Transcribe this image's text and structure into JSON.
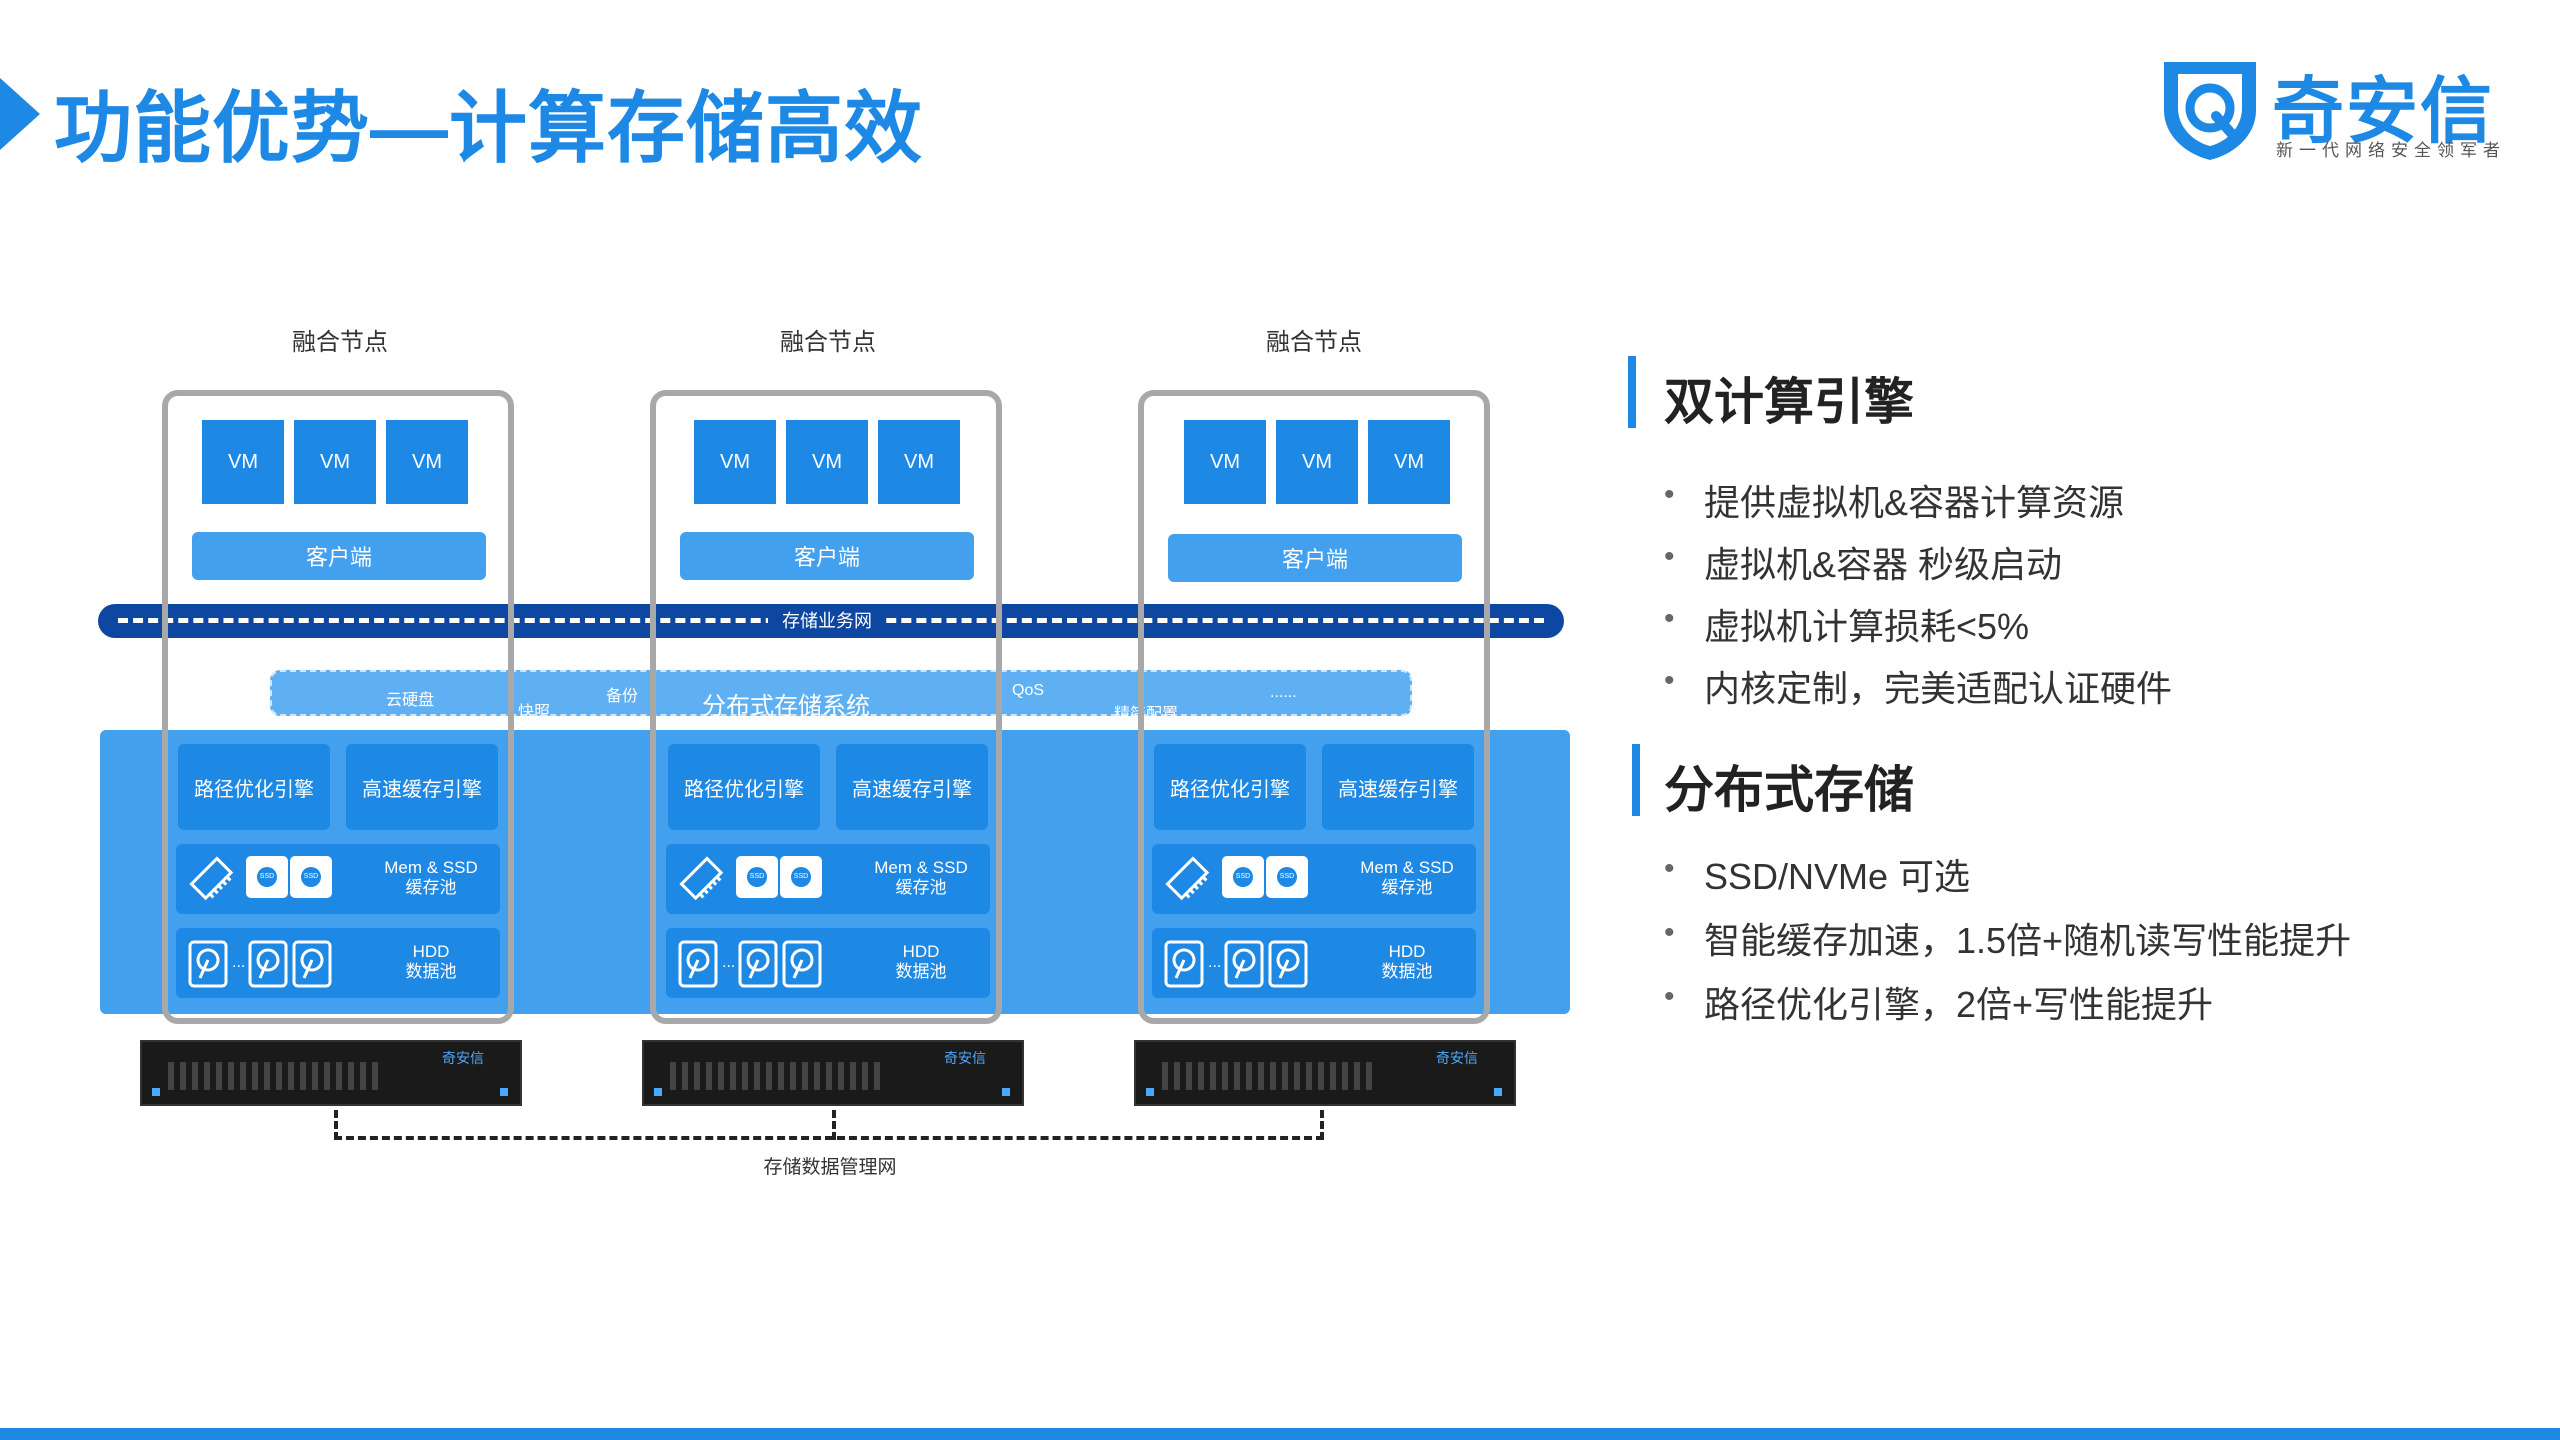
{
  "title": "功能优势—计算存储高效",
  "logo": {
    "name": "奇安信",
    "tagline": "新一代网络安全领军者"
  },
  "diagram": {
    "node_label": "融合节点",
    "vm_label": "VM",
    "client_label": "客户端",
    "bus_label": "存储业务网",
    "dfs": {
      "main": "分布式存储系统",
      "items": [
        "云硬盘",
        "快照",
        "备份",
        "QoS",
        "精简配置",
        "......"
      ]
    },
    "engines": {
      "path": "路径优化引擎",
      "cache": "高速缓存引擎"
    },
    "cache_pool": {
      "line1": "Mem & SSD",
      "line2": "缓存池",
      "ssd": "SSD"
    },
    "data_pool": {
      "line1": "HDD",
      "line2": "数据池",
      "ellipsis": "..."
    },
    "server_logo": "奇安信",
    "mgmt_network": "存储数据管理网"
  },
  "sections": [
    {
      "title": "双计算引擎",
      "bullets": [
        "提供虚拟机&容器计算资源",
        "虚拟机&容器 秒级启动",
        "虚拟机计算损耗<5%",
        "内核定制，完美适配认证硬件"
      ]
    },
    {
      "title": "分布式存储",
      "bullets": [
        "SSD/NVMe 可选",
        "智能缓存加速，1.5倍+随机读写性能提升",
        "路径优化引擎，2倍+写性能提升"
      ]
    }
  ],
  "colors": {
    "primary": "#1e88e5",
    "dark": "#0d47a1",
    "light": "#42a0ef",
    "frame": "#a8a8a8"
  }
}
